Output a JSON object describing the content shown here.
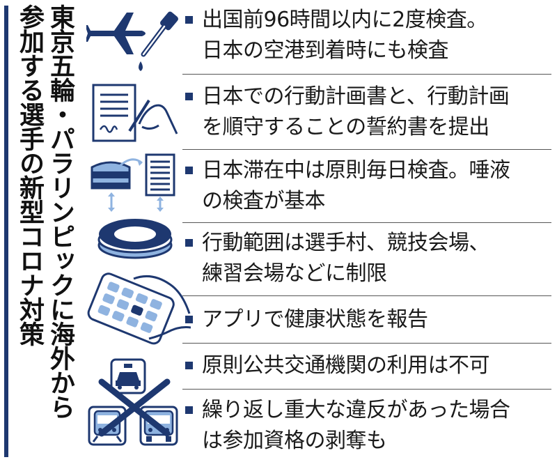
{
  "title": {
    "line1": "東京五輪・パラリンピックに海外から",
    "line2": "参加する選手の新型コロナ対策"
  },
  "colors": {
    "navy": "#1e3870",
    "light_blue": "#8fb3e0",
    "text": "#1a1a1a"
  },
  "icons": [
    "airplane-icon",
    "dropper-icon",
    "document-sign-icon",
    "building-icon",
    "schedule-list-icon",
    "stadium-icon",
    "smartphone-icon",
    "taxi-icon",
    "train-icon",
    "bus-icon",
    "cross-out-icon"
  ],
  "items": [
    {
      "text": "出国前96時間以内に2度検査。\n日本の空港到着時にも検査"
    },
    {
      "text": "日本での行動計画書と、行動計画\nを順守することの誓約書を提出"
    },
    {
      "text": "日本滞在中は原則毎日検査。唾液\nの検査が基本"
    },
    {
      "text": "行動範囲は選手村、競技会場、\n練習会場などに制限"
    },
    {
      "text": "アプリで健康状態を報告"
    },
    {
      "text": "原則公共交通機関の利用は不可"
    },
    {
      "text": "繰り返し重大な違反があった場合\nは参加資格の剥奪も"
    }
  ]
}
